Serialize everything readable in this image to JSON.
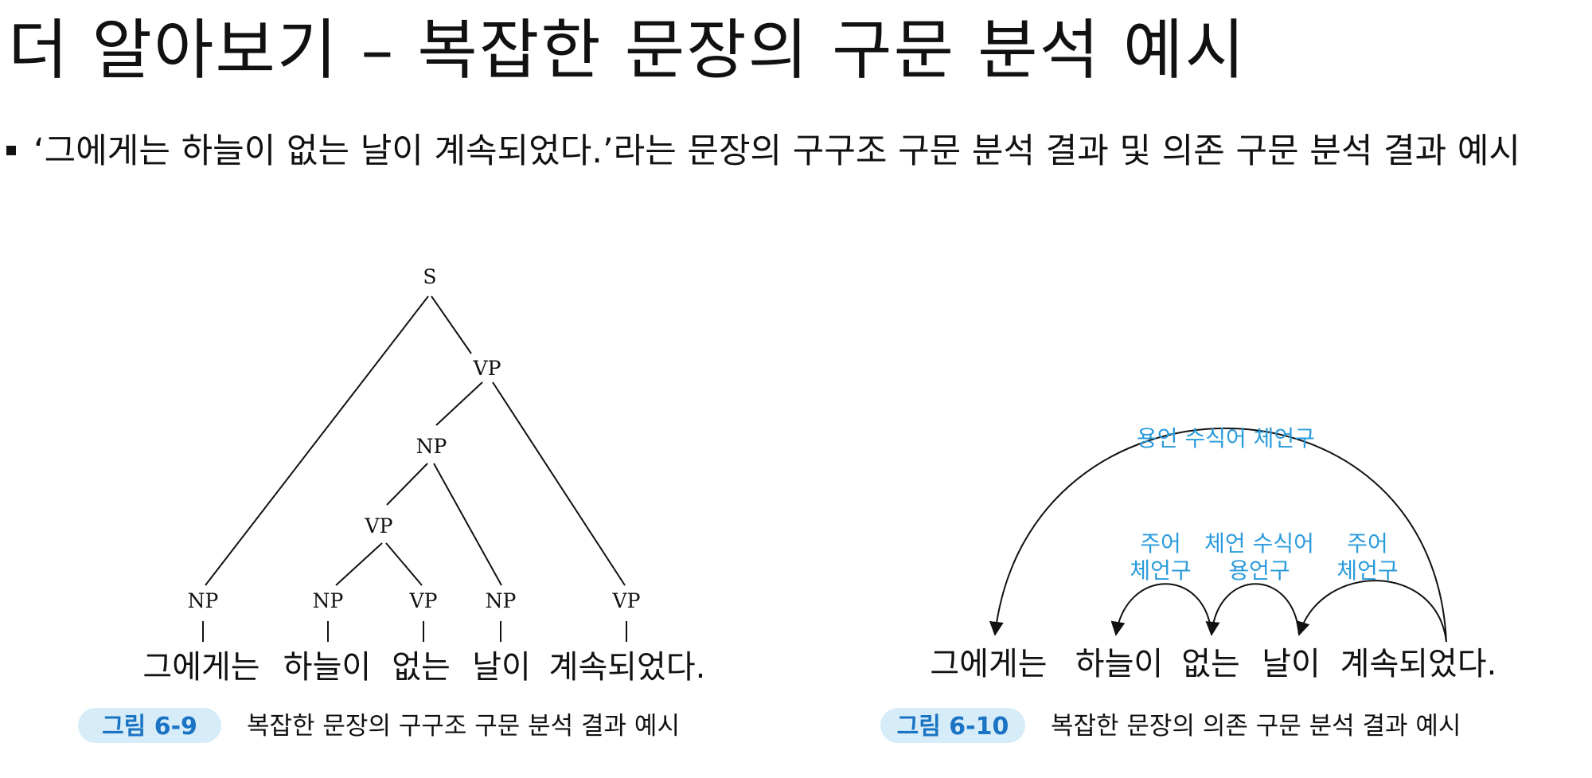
{
  "slide": {
    "title": "더 알아보기 – 복잡한 문장의 구문 분석 예시",
    "bullet": "‘그에게는 하늘이 없는 날이 계속되었다.’라는 문장의 구구조 구문 분석 결과 및 의존 구문 분석 결과 예시"
  },
  "figure_left": {
    "caption_tag": "그림 6-9",
    "caption_text": "복잡한 문장의 구구조 구문 분석 결과 예시",
    "nodes": {
      "s": "S",
      "vp_top": "VP",
      "np_mid": "NP",
      "vp_low": "VP",
      "np_1": "NP",
      "np_2": "NP",
      "vp_3": "VP",
      "np_4": "NP",
      "vp_5": "VP"
    },
    "words": [
      "그에게는",
      "하늘이",
      "없는",
      "날이",
      "계속되었다."
    ]
  },
  "figure_right": {
    "caption_tag": "그림 6-10",
    "caption_text": "복잡한 문장의 의존 구문 분석 결과 예시",
    "words": [
      "그에게는",
      "하늘이",
      "없는",
      "날이",
      "계속되었다."
    ],
    "arc_labels": {
      "outer": "용언 수식어 체언구",
      "a_line1": "주어",
      "a_line2": "체언구",
      "b_line1": "체언 수식어",
      "b_line2": "용언구",
      "c_line1": "주어",
      "c_line2": "체언구"
    },
    "label_color": "#2a9bdc",
    "caption_badge_color": "#d6ecf8"
  }
}
